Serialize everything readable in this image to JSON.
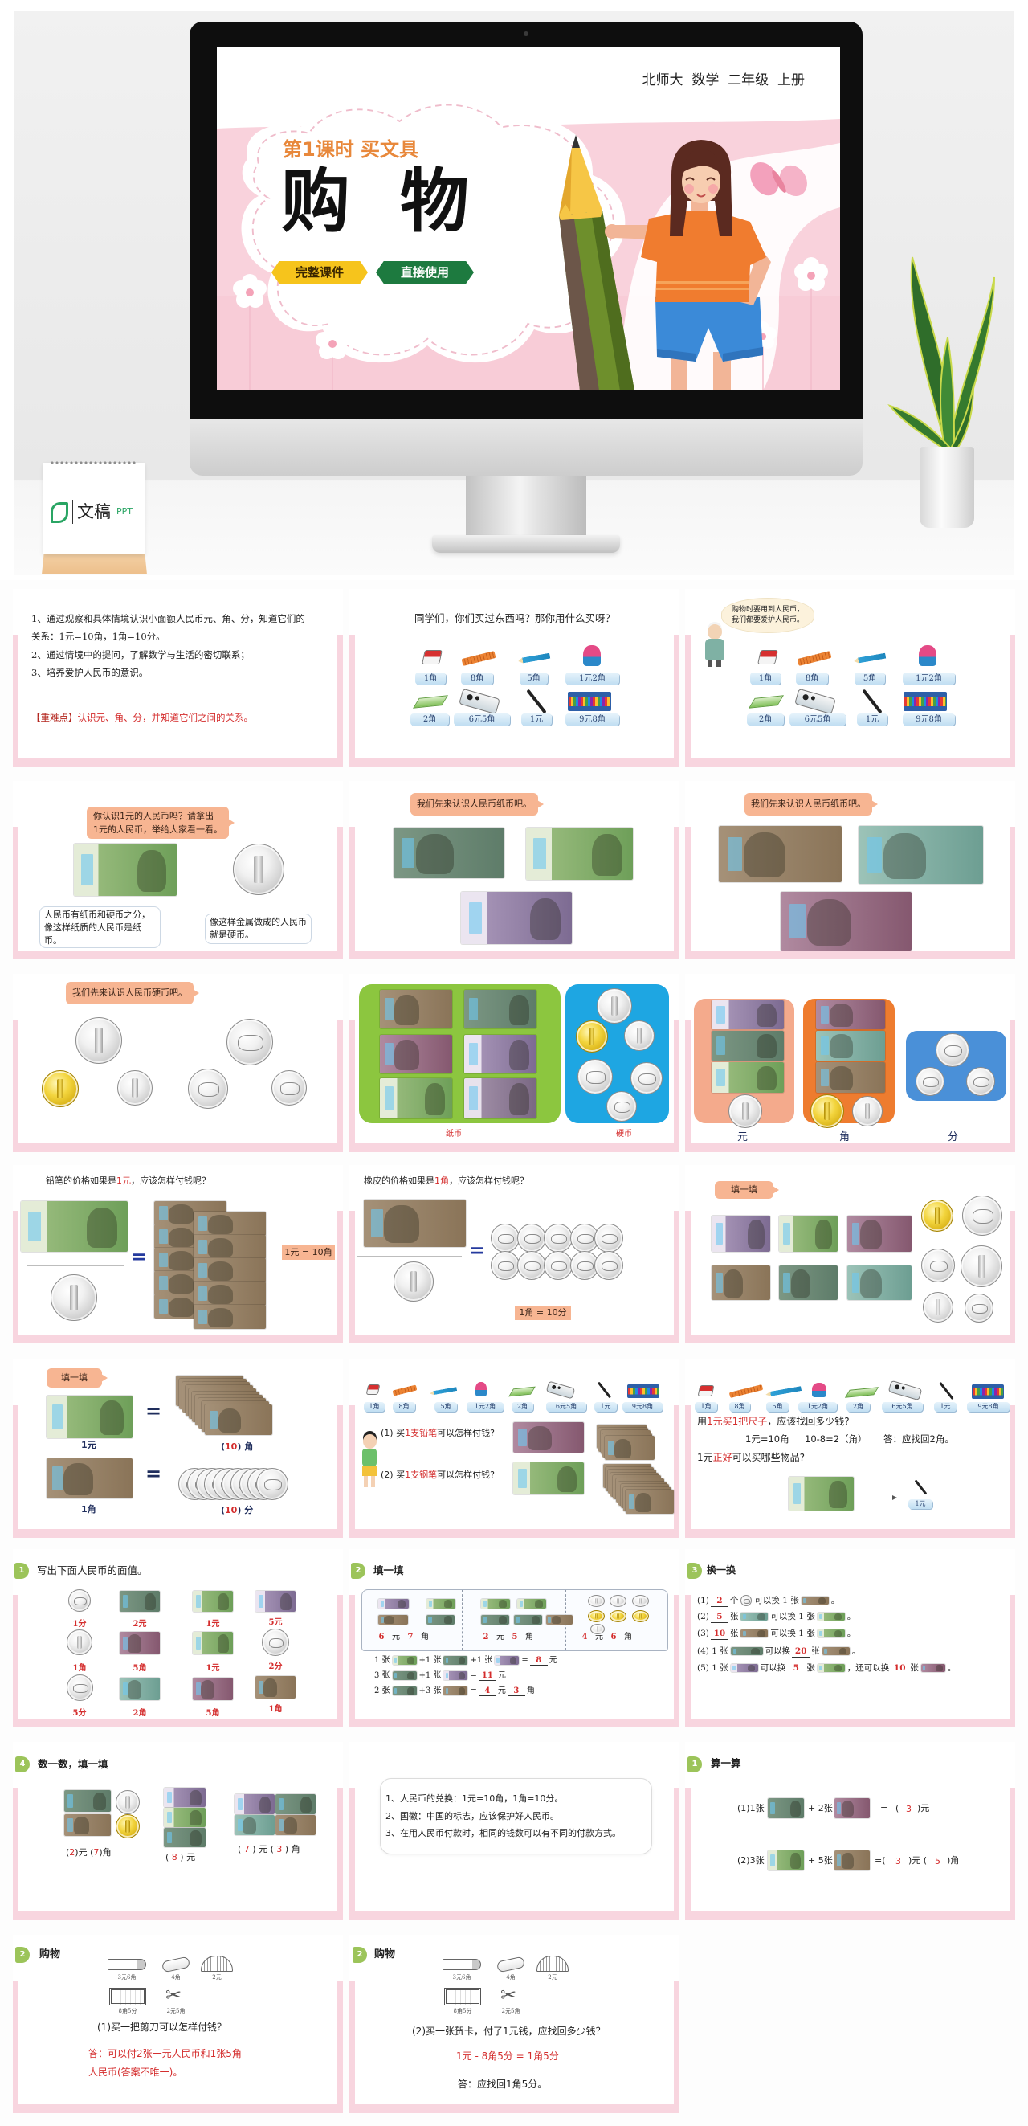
{
  "hero": {
    "series": "北师大  数学  二年级  上册",
    "lesson": "第1课时 买文具",
    "title": "购物",
    "badge_complete": "完整课件",
    "badge_direct": "直接使用",
    "brand_name": "文稿",
    "brand_suffix": "PPT"
  },
  "theme": {
    "frame_pink": "#f8d5df",
    "bubble_peach": "#f7b592",
    "answer_red": "#d42c2c",
    "badge_green": "#9cc45a",
    "paper_box_green": "#8cc63f",
    "coin_box_blue": "#1ea6e2",
    "yuan_box": "#f4aa8c",
    "jiao_box": "#ee7c2f",
    "fen_box": "#4a90d8"
  },
  "item_prices": [
    "1角",
    "8角",
    "5角",
    "1元2角",
    "2角",
    "6元5角",
    "1元",
    "9元8角"
  ],
  "item_icons": [
    "eraser-icon",
    "ruler-icon",
    "pencil-icon",
    "pencil-sharpener-icon",
    "notebook-icon",
    "pencil-case-icon",
    "pen-icon",
    "crayon-box-icon"
  ],
  "glyphs": {
    "scissors": "✂"
  },
  "slides": {
    "s01": {
      "lines": [
        "1、通过观察和具体情境认识小面额人民币元、角、分，知道它们的",
        "关系：1元=10角，1角=10分。",
        "2、通过情境中的提问，了解数学与生活的密切联系；",
        "3、培养爱护人民币的意识。"
      ],
      "key_label": "【重难点】",
      "key_text": "认识元、角、分，并知道它们之间的关系。"
    },
    "s02": {
      "question": "同学们，你们买过东西吗？那你用什么买呀？"
    },
    "s03": {
      "speech": [
        "购物时要用到人民币，",
        "我们都要爱护人民币。"
      ]
    },
    "s04": {
      "bubble": [
        "你认识1元的人民币吗？请拿出",
        "1元的人民币，举给大家看一看。"
      ],
      "paper_note": "人民币有纸币和硬币之分，像这样纸质的人民币是纸币。",
      "coin_note": "像这样金属做成的人民币就是硬币。"
    },
    "s05": {
      "bubble": "我们先来认识人民币纸币吧。"
    },
    "s06": {
      "bubble": "我们先来认识人民币纸币吧。"
    },
    "s07": {
      "bubble": "我们先来认识人民币硬币吧。"
    },
    "s08": {
      "paper_label": "纸币",
      "coin_label": "硬币"
    },
    "s09": {
      "labels": [
        "元",
        "角",
        "分"
      ]
    },
    "s10": {
      "q_pre": "铅笔的价格如果是",
      "q_red": "1元",
      "q_post": "，应该怎样付钱呢？",
      "equals": "=",
      "relation": "1元 = 10角"
    },
    "s11": {
      "q_pre": "橡皮的价格如果是",
      "q_red": "1角",
      "q_post": "，应该怎样付钱呢？",
      "equals": "=",
      "relation": "1角 = 10分"
    },
    "s12": {
      "bubble": "填一填"
    },
    "s13": {
      "bubble": "填一填",
      "label_top": "1元",
      "label_bottom": "1角",
      "equals": "=",
      "ans_top": {
        "open": "(",
        "value": "10",
        "close": ") 角"
      },
      "ans_bottom": {
        "open": "(",
        "value": "10",
        "close": ") 分"
      }
    },
    "s14": {
      "q1": {
        "pre": "(1) 买",
        "red": "1支铅笔",
        "post": "可以怎样付钱?"
      },
      "q2": {
        "pre": "(2) 买",
        "red": "1支钢笔",
        "post": "可以怎样付钱?"
      }
    },
    "s15": {
      "q1": {
        "pre": "用",
        "red": "1元买1把尺子",
        "post": "，应该找回多少钱?"
      },
      "calc": [
        "1元=10角",
        "10-8=2（角）",
        "答：应找回2角。"
      ],
      "q2": {
        "pre": "1元",
        "red": "正好",
        "post": "可以买哪些物品?"
      },
      "result_price": "1元"
    },
    "s16": {
      "num": "1",
      "title": "写出下面人民币的面值。",
      "answers": [
        "1分",
        "2元",
        "1元",
        "5元",
        "1角",
        "5角",
        "1元",
        "2分",
        "5分",
        "2角",
        "5角",
        "1角"
      ]
    },
    "s17": {
      "num": "2",
      "title": "填一填",
      "unit_yuan": "元",
      "unit_jiao": "角",
      "groups": [
        {
          "yuan": "6",
          "jiao": "7"
        },
        {
          "yuan": "2",
          "jiao": "5"
        },
        {
          "yuan": "4",
          "jiao": "6"
        }
      ],
      "eq1": {
        "a": "1 张",
        "b": "+1 张",
        "c": "+1 张",
        "eq": "=",
        "ans": "8",
        "unit": "元"
      },
      "eq2": {
        "a": "3 张",
        "b": "+1 张",
        "eq": "=",
        "ans": "11",
        "unit": "元"
      },
      "eq3": {
        "a": "2 张",
        "b": "+3 张",
        "eq": "=",
        "ans_yuan": "4",
        "unit_yuan": "元",
        "ans_jiao": "3",
        "unit_jiao": "角"
      }
    },
    "s18": {
      "num": "3",
      "title": "换一换",
      "lines": [
        {
          "label": "(1)",
          "ans": "2",
          "mid": "个",
          "tail": "可以换 1 张",
          "end": "。"
        },
        {
          "label": "(2)",
          "ans": "5",
          "mid": "张",
          "tail": "可以换 1 张",
          "end": "。"
        },
        {
          "label": "(3)",
          "ans": "10",
          "mid": "张",
          "tail": "可以换 1 张",
          "end": "。"
        },
        {
          "label": "(4) 1 张",
          "mid": "可以换",
          "ans": "20",
          "tail": "张",
          "end": "。"
        },
        {
          "label": "(5) 1 张",
          "mid": "可以换",
          "ans": "5",
          "tail": "张",
          "mid2": "，还可以换",
          "ans2": "10",
          "tail2": "张",
          "end": "。"
        }
      ]
    },
    "s19": {
      "num": "4",
      "title": "数一数，填一填",
      "g1": [
        "(",
        "2",
        ")元 (",
        "7",
        ")角"
      ],
      "g2": [
        "( ",
        "8",
        " ) 元"
      ],
      "g3": [
        "( ",
        "7",
        " ) 元 ( ",
        "3",
        " ) 角"
      ]
    },
    "s20": {
      "lines": [
        "1、人民币的兑换：1元=10角，1角=10分。",
        "2、国徽：中国的标志，应该保护好人民币。",
        "3、在用人民币付款时，相同的钱数可以有不同的付款方式。"
      ]
    },
    "s21": {
      "num": "1",
      "title": "算一算",
      "eq1": [
        "(1)1张",
        "+ 2张",
        "=",
        "(",
        "3",
        ")元"
      ],
      "eq2": [
        "(2)3张",
        "+ 5张",
        "=(",
        "3",
        ")元 (",
        "5",
        ")角"
      ]
    },
    "s22": {
      "num": "2",
      "title": "购物",
      "prices": [
        "3元6角",
        "4角",
        "2元",
        "8角5分",
        "2元5角"
      ],
      "question": "(1)买一把剪刀可以怎样付钱？",
      "answer": [
        "答：可以付2张一元人民币和1张5角",
        "人民币(答案不唯一)。"
      ]
    },
    "s23": {
      "num": "2",
      "title": "购物",
      "prices": [
        "3元6角",
        "4角",
        "2元",
        "8角5分",
        "2元5角"
      ],
      "question": "(2)买一张贺卡，付了1元钱，应找回多少钱？",
      "calc": "1元 - 8角5分 = 1角5分",
      "answer": "答：应找回1角5分。"
    }
  }
}
